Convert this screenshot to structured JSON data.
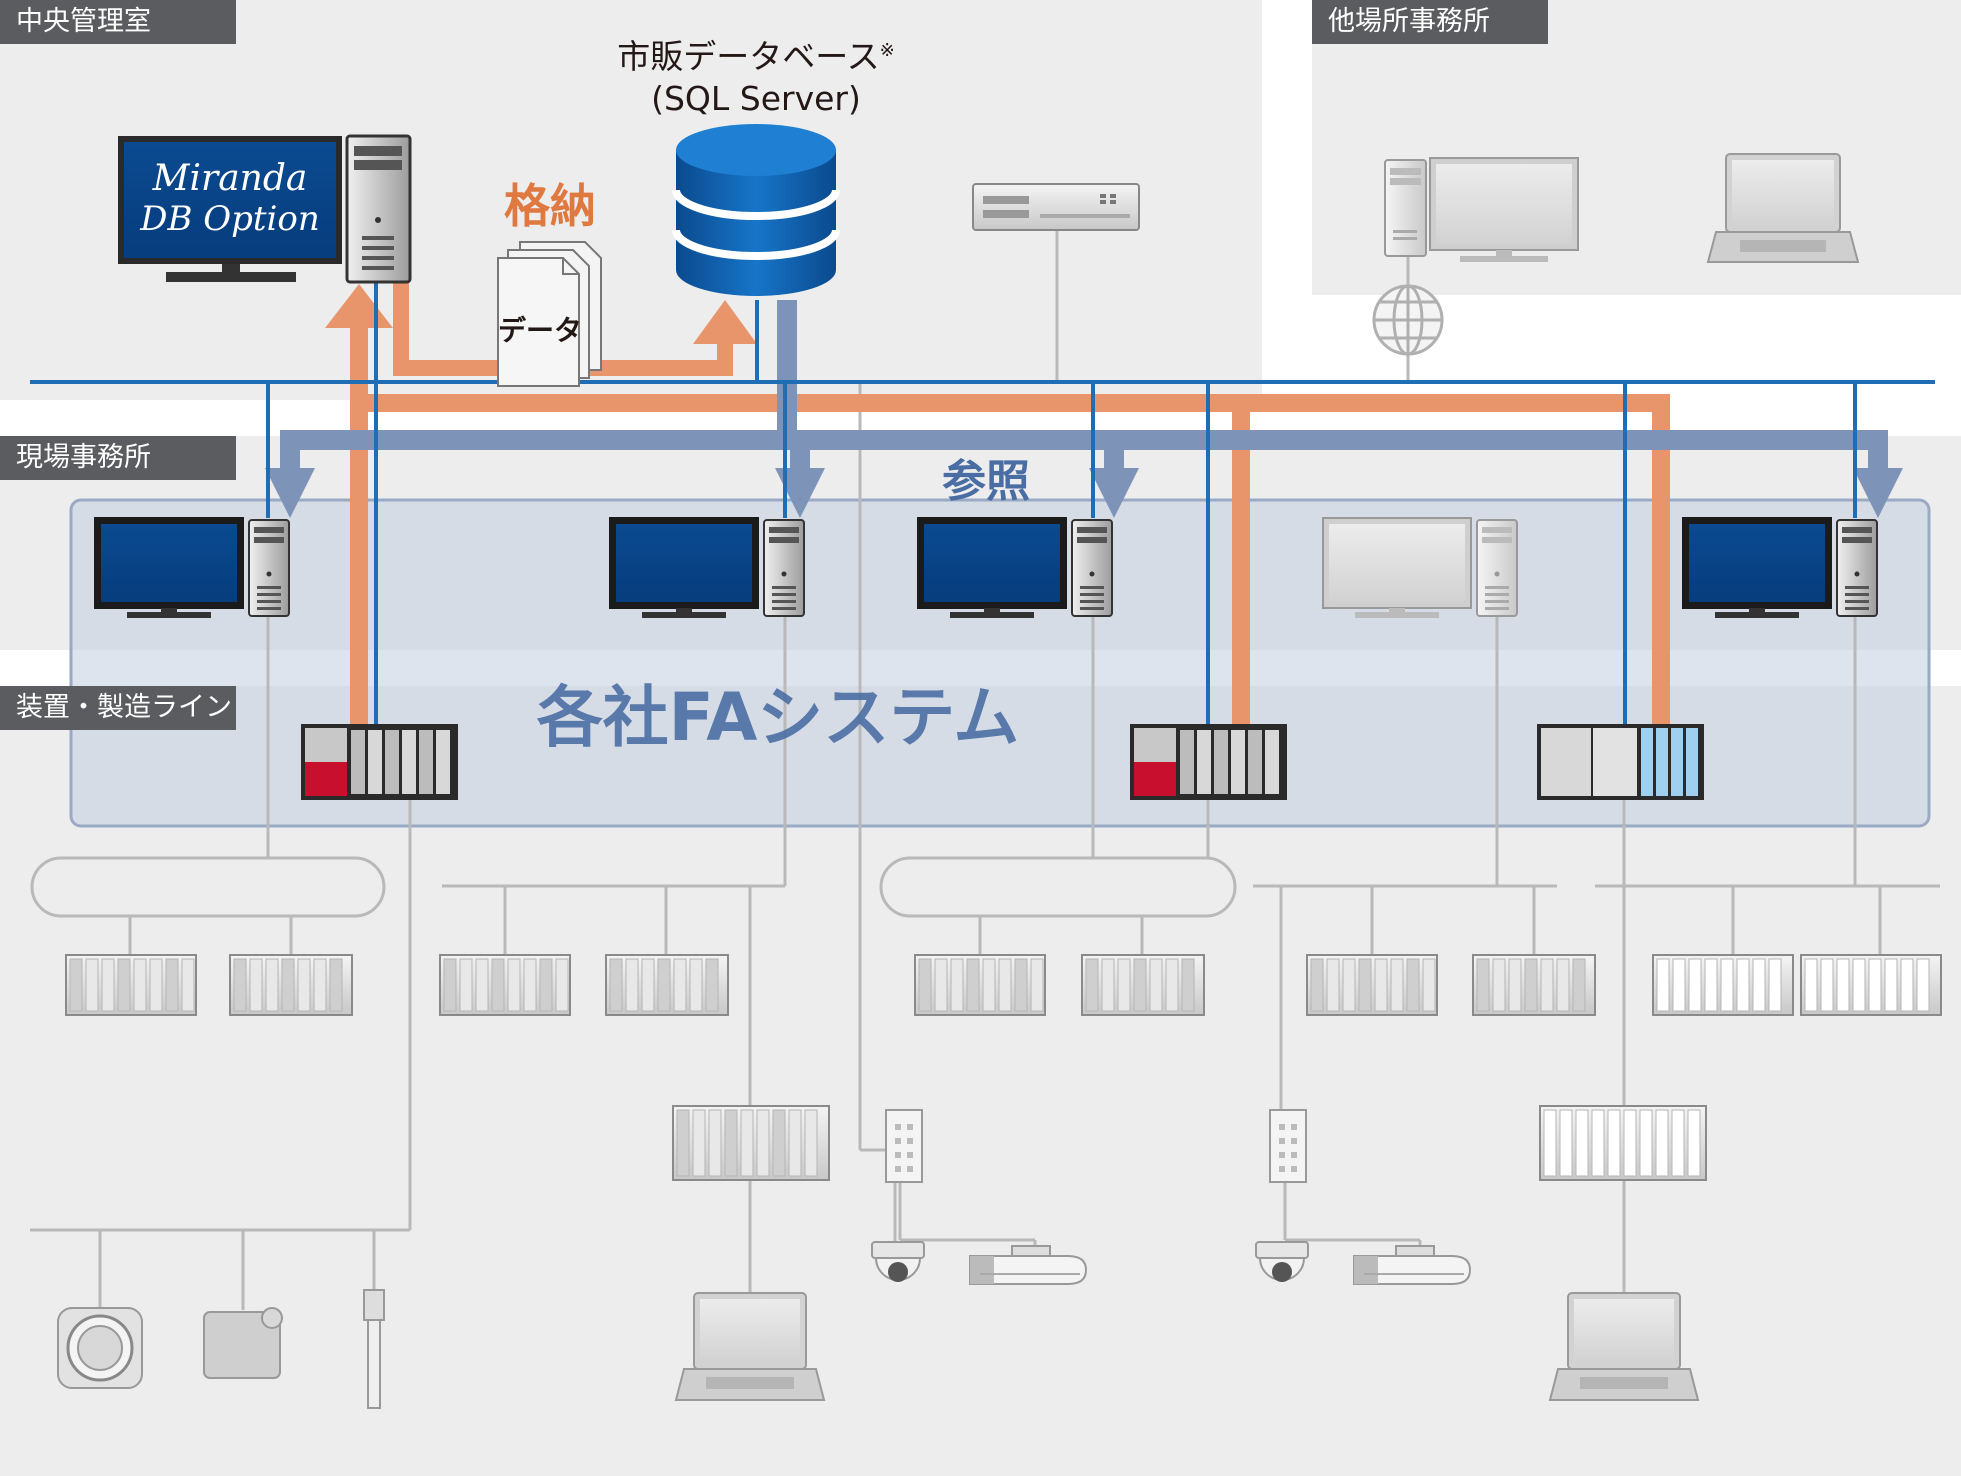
{
  "zones": {
    "central": "中央管理室",
    "other_office": "他場所事務所",
    "site_office": "現場事務所",
    "equipment_line": "装置・製造ライン"
  },
  "database": {
    "title_line1": "市販データベース",
    "title_mark": "※",
    "title_line2": "(SQL Server)"
  },
  "monitor_logo": {
    "line1": "Miranda",
    "line2": "DB Option"
  },
  "labels": {
    "store": "格納",
    "data_doc": "データ",
    "reference": "参照",
    "fa_system": "各社FAシステム"
  },
  "colors": {
    "store_arrow": "#e9956b",
    "store_text": "#e0793f",
    "reference_arrow": "#7d93b8",
    "reference_text": "#4a6ea3",
    "network_line": "#1f6db5",
    "fa_text": "#4a6ea3",
    "zone_label_bg": "#5a5c60",
    "background_zone": "#ededed"
  },
  "icons": {
    "database": "database-cylinder-icon",
    "globe": "globe-icon",
    "document": "document-stack-icon"
  }
}
